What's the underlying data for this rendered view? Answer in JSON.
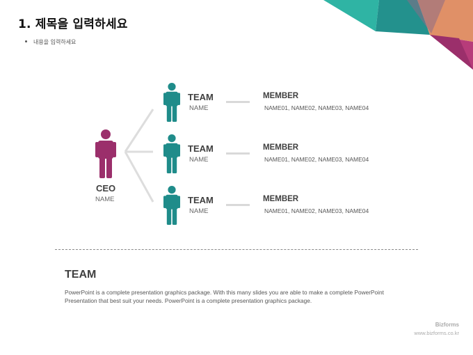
{
  "header": {
    "title": "1. 제목을 입력하세요",
    "bullet": "내용을 입력하세요"
  },
  "colors": {
    "ceo": "#9b2f6b",
    "team": "#1f8c8a",
    "connector": "#dddddd"
  },
  "diagram": {
    "ceo": {
      "title": "CEO",
      "name": "NAME"
    },
    "teams": [
      {
        "title": "TEAM",
        "name": "NAME",
        "member_title": "MEMBER",
        "members": "NAME01,  NAME02,  NAME03,  NAME04"
      },
      {
        "title": "TEAM",
        "name": "NAME",
        "member_title": "MEMBER",
        "members": "NAME01,  NAME02,  NAME03,  NAME04"
      },
      {
        "title": "TEAM",
        "name": "NAME",
        "member_title": "MEMBER",
        "members": "NAME01,  NAME02,  NAME03,  NAME04"
      }
    ]
  },
  "description": {
    "title": "TEAM",
    "body": "PowerPoint is a complete presentation graphics package. With this many slides you are able to make a complete PowerPoint Presentation that best suit your needs. PowerPoint is a complete presentation graphics package."
  },
  "footer": {
    "brand": "Bizforms",
    "url": "www.bizforms.co.kr"
  }
}
